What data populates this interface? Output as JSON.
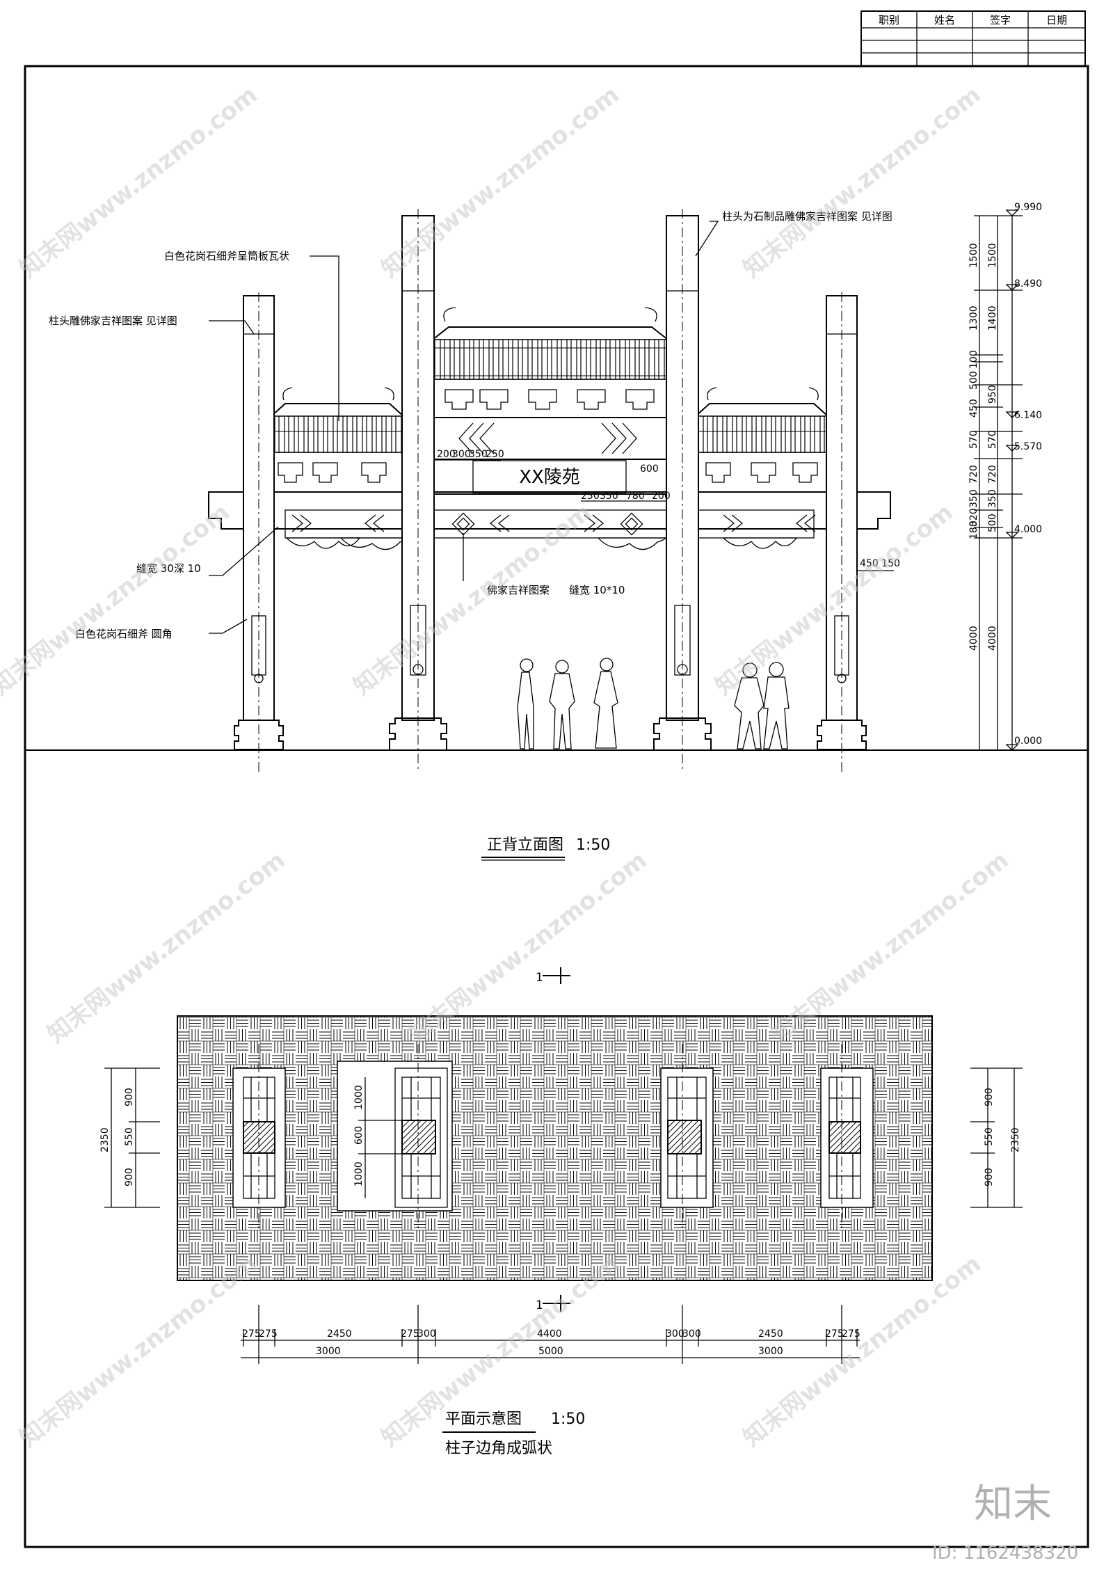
{
  "title_block": {
    "headers": [
      "职别",
      "姓名",
      "签字",
      "日期"
    ]
  },
  "elevation": {
    "title": "正背立面图",
    "scale": "1:50",
    "plaque_text": "XX陵苑",
    "notes": {
      "roof_tiles": "白色花岗石细斧呈筒板瓦状",
      "column_head_left": "柱头雕佛家吉祥图案 见详图",
      "column_head_right": "柱头为石制品雕佛家吉祥图案 见详图",
      "joint_width_1": "缝宽 30深 10",
      "column_finish": "白色花岗石细斧 圆角",
      "buddhist_pattern": "佛家吉祥图案",
      "joint_width_2": "缝宽 10*10"
    },
    "inline_dims": {
      "lintel_top": [
        "200",
        "300",
        "350",
        "250"
      ],
      "plaque_600": "600",
      "lower_beam": [
        "250",
        "350",
        "780",
        "200"
      ],
      "side_450_150": "450 150"
    },
    "elevation_marks": [
      "9.990",
      "8.490",
      "6.140",
      "5.570",
      "4.000",
      "0.000"
    ],
    "left_dims": [
      "1500",
      "1300",
      "100",
      "500",
      "450",
      "570",
      "720",
      "350",
      "320",
      "180",
      "4000"
    ],
    "right_dims": [
      "1500",
      "1400",
      "950",
      "570",
      "720",
      "350",
      "500",
      "4000"
    ]
  },
  "plan": {
    "title": "平面示意图",
    "scale": "1:50",
    "note": "柱子边角成弧状",
    "section_mark": "1",
    "left_dims": [
      "900",
      "550",
      "900"
    ],
    "left_total": "2350",
    "center_dims": [
      "1000",
      "600",
      "1000"
    ],
    "right_dims": [
      "900",
      "550",
      "900"
    ],
    "right_total": "2350",
    "bottom_row1": [
      "275",
      "275",
      "2450",
      "275",
      "300",
      "4400",
      "300",
      "300",
      "2450",
      "275",
      "275"
    ],
    "bottom_row2": [
      "3000",
      "5000",
      "3000"
    ]
  },
  "watermark": {
    "text": "知末网www.znzmo.com",
    "logo": "知末",
    "id": "ID: 1162438320"
  }
}
